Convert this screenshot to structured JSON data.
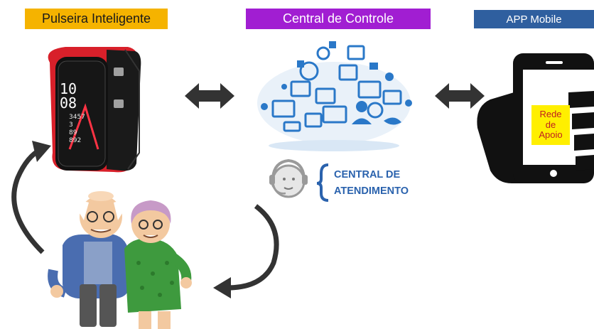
{
  "labels": {
    "bracelet": "Pulseira Inteligente",
    "central": "Central de Controle",
    "app": "APP Mobile"
  },
  "phone_screen": {
    "line1": "Rede",
    "line2": "de",
    "line3": "Apoio"
  },
  "call_center": {
    "line1": "CENTRAL DE",
    "line2": "ATENDIMENTO"
  },
  "watch": {
    "hours": "10",
    "minutes": "08",
    "stats": [
      "3457",
      "3",
      "89",
      "892"
    ]
  },
  "colors": {
    "bracelet_label_bg": "#f5b300",
    "central_label_bg": "#a11ed2",
    "app_label_bg": "#2f5f9f",
    "cloud_blue": "#2a78c8",
    "arrow_dark": "#333333",
    "highlight_yellow": "#ffef00",
    "band_red": "#d8202a"
  },
  "icons": [
    "smartwatch-icon",
    "cloud-network-icon",
    "headset-operator-icon",
    "phone-in-hand-icon",
    "elderly-couple-illustration"
  ]
}
